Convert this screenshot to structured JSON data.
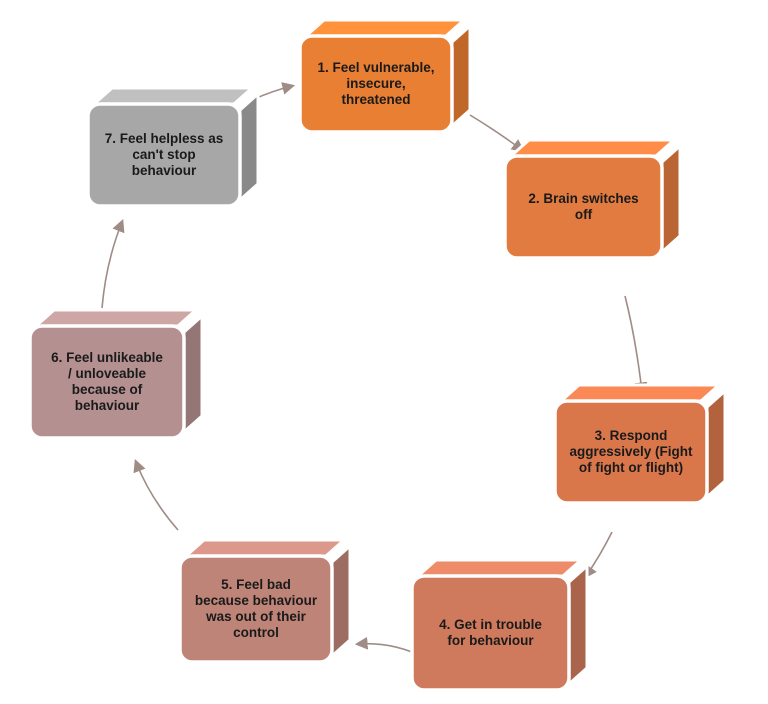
{
  "diagram": {
    "steps": [
      {
        "id": 1,
        "lines": [
          "1. Feel vulnerable,",
          "insecure,",
          "threatened"
        ],
        "color": "#e97f33"
      },
      {
        "id": 2,
        "lines": [
          "2. Brain switches",
          "off"
        ],
        "color": "#e17b3f"
      },
      {
        "id": 3,
        "lines": [
          "3. Respond",
          "aggressively (Fight",
          "of fight or flight)"
        ],
        "color": "#d9774b"
      },
      {
        "id": 4,
        "lines": [
          "4. Get in trouble",
          "for behaviour"
        ],
        "color": "#cf7a5c"
      },
      {
        "id": 5,
        "lines": [
          "5. Feel bad",
          "because behaviour",
          "was out of their",
          "control"
        ],
        "color": "#bf8478"
      },
      {
        "id": 6,
        "lines": [
          "6. Feel unlikeable",
          "/ unloveable",
          "because of",
          "behaviour"
        ],
        "color": "#b49090"
      },
      {
        "id": 7,
        "lines": [
          "7. Feel helpless as",
          "can't stop",
          "behaviour"
        ],
        "color": "#a7a7a7"
      }
    ],
    "arrow_color": "#a08c86"
  }
}
